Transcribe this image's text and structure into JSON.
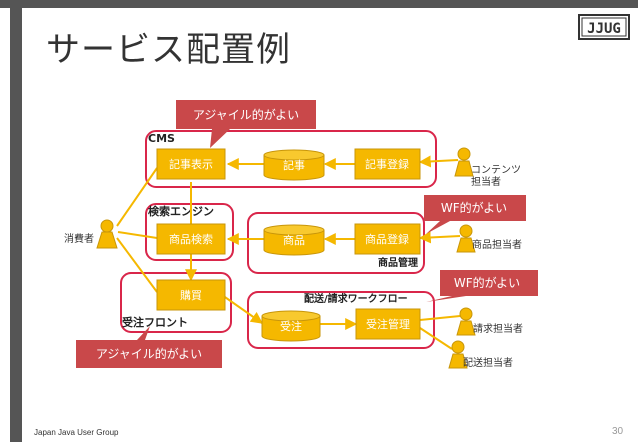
{
  "slide": {
    "title": "サービス配置例",
    "footer": "Japan Java User Group",
    "page_number": "30",
    "logo_text": "JJUG"
  },
  "diagram": {
    "groups": {
      "cms": "CMS",
      "search_engine": "検索エンジン",
      "product_mgmt": "商品管理",
      "order_front": "受注フロント",
      "workflow": "配送/請求ワークフロー"
    },
    "nodes": {
      "article_display": "記事表示",
      "article_db": "記事",
      "article_register": "記事登録",
      "product_search": "商品検索",
      "product_db": "商品",
      "product_register": "商品登録",
      "purchase": "購買",
      "order_db": "受注",
      "order_mgmt": "受注管理"
    },
    "actors": {
      "consumer": "消費者",
      "content_owner_1": "コンテンツ",
      "content_owner_2": "担当者",
      "product_owner": "商品担当者",
      "billing_owner": "請求担当者",
      "delivery_owner": "配送担当者"
    },
    "callouts": {
      "agile_top": "アジャイル的がよい",
      "wf_product": "WF的がよい",
      "wf_workflow": "WF的がよい",
      "agile_bottom": "アジャイル的がよい"
    }
  },
  "colors": {
    "box_fill": "#f5b800",
    "box_border": "#c8960a",
    "group_border": "#d9264a",
    "callout_fill": "#c9484a",
    "arrow": "#f5b800",
    "line": "#f5b800",
    "dark_bar": "#555555"
  }
}
